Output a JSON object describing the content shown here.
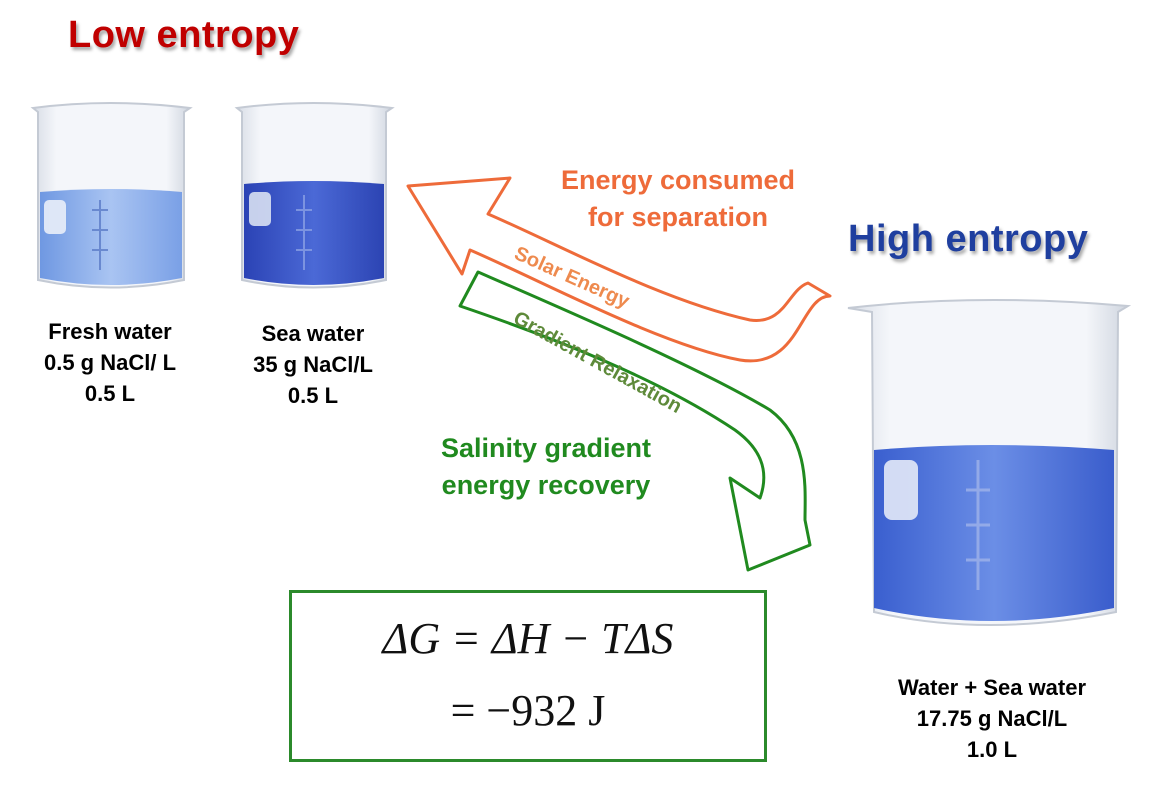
{
  "headings": {
    "low_entropy": "Low entropy",
    "high_entropy": "High entropy"
  },
  "beakers": {
    "fresh_water": {
      "name": "Fresh water",
      "concentration": "0.5 g NaCl/ L",
      "volume": "0.5 L"
    },
    "sea_water": {
      "name": "Sea water",
      "concentration": "35 g NaCl/L",
      "volume": "0.5 L"
    },
    "mixed": {
      "name": "Water + Sea water",
      "concentration": "17.75 g NaCl/L",
      "volume": "1.0 L"
    }
  },
  "arrows": {
    "separation": {
      "caption_line1": "Energy consumed",
      "caption_line2": "for separation",
      "inner_label": "Solar Energy",
      "color": "#ee6b3a"
    },
    "recovery": {
      "caption_line1": "Salinity gradient",
      "caption_line2": "energy recovery",
      "inner_label": "Gradient Relaxation",
      "color": "#208a1f"
    }
  },
  "formula": {
    "line1": "ΔG = ΔH − TΔS",
    "line2": "= −932 J"
  },
  "colors": {
    "low_entropy": "#c00000",
    "high_entropy": "#1f3f9f",
    "fresh_water_liquid": "#8fb4ec",
    "sea_water_liquid": "#3b57c9",
    "mixed_liquid": "#4a73d8",
    "formula_border": "#2b8a2b"
  }
}
